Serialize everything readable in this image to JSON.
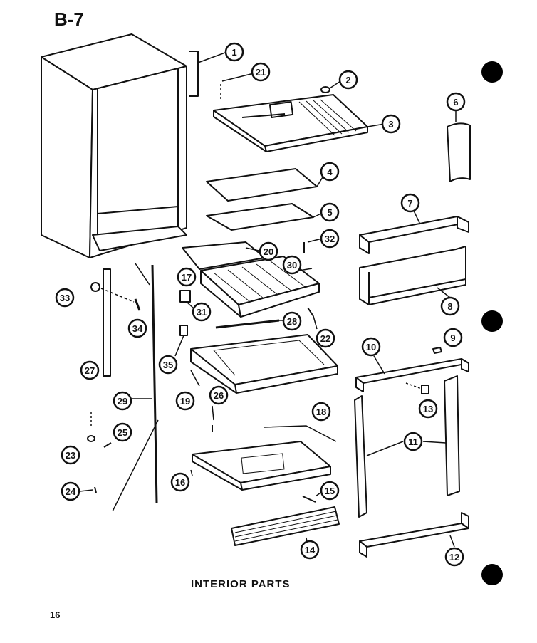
{
  "page_code": "B-7",
  "caption": "INTERIOR PARTS",
  "page_number": "16",
  "callouts": [
    "1",
    "2",
    "3",
    "4",
    "5",
    "6",
    "7",
    "8",
    "9",
    "10",
    "11",
    "12",
    "13",
    "14",
    "15",
    "16",
    "17",
    "18",
    "19",
    "20",
    "21",
    "22",
    "23",
    "24",
    "25",
    "26",
    "27",
    "28",
    "29",
    "30",
    "31",
    "32",
    "33",
    "34",
    "35"
  ]
}
